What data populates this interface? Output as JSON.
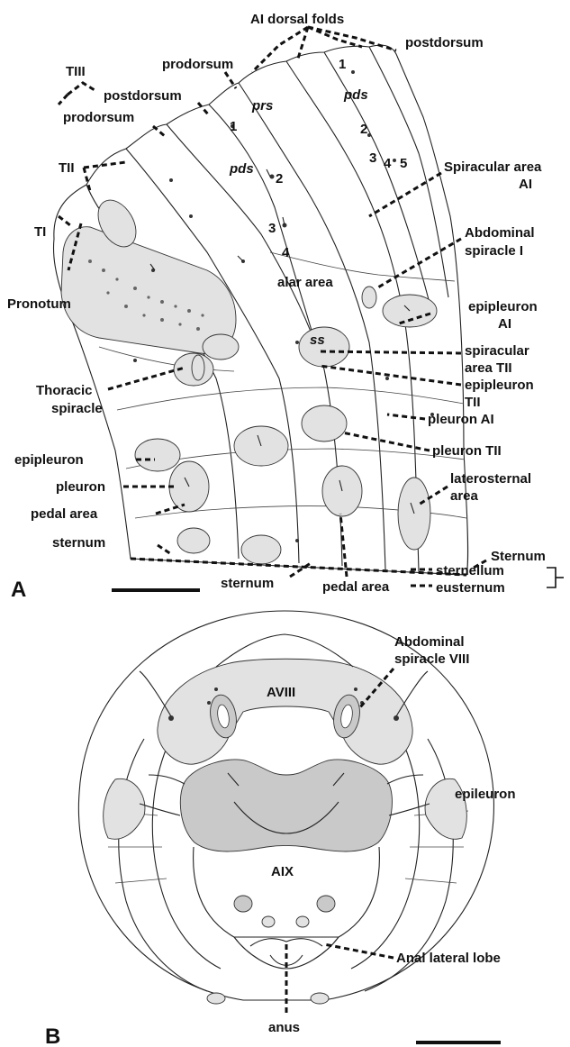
{
  "panelA": {
    "panel_label": "A",
    "labels": {
      "ai_dorsal_folds": "AI dorsal folds",
      "postdorsum_top": "postdorsum",
      "prodorsum_top": "prodorsum",
      "tiii": "TIII",
      "postdorsum_left": "postdorsum",
      "prodorsum_left": "prodorsum",
      "tii": "TII",
      "ti": "TI",
      "prs": "prs",
      "pds_right": "pds",
      "pds_center": "pds",
      "n1_right": "1",
      "n2_right": "2",
      "n3_right": "3",
      "n4_right": "4",
      "n5_right": "5",
      "n1_center": "1",
      "n2_center": "2",
      "n3_center": "3",
      "n4_center": "4",
      "spiracular_area_ai_line1": "Spiracular area",
      "spiracular_area_ai_line2": "AI",
      "abdominal_spiracle_i_line1": "Abdominal",
      "abdominal_spiracle_i_line2": "spiracle I",
      "alar_area": "alar area",
      "ss": "ss",
      "pronotum": "Pronotum",
      "epipleuron_ai_line1": "epipleuron",
      "epipleuron_ai_line2": "AI",
      "spiracular_area_tii_line1": "spiracular",
      "spiracular_area_tii_line2": "area TII",
      "epipleuron_tii_line1": "epipleuron",
      "epipleuron_tii_line2": "TII",
      "thoracic_spiracle_line1": "Thoracic",
      "thoracic_spiracle_line2": "spiracle",
      "pleuron_ai": "pleuron AI",
      "pleuron_tii": "pleuron TII",
      "epipleuron": "epipleuron",
      "pleuron": "pleuron",
      "laterosternal_line1": "laterosternal",
      "laterosternal_line2": "area",
      "pedal_area_left": "pedal area",
      "sternum_left": "sternum",
      "sternum_heading": "Sternum",
      "sternum_bottom": "sternum",
      "pedal_area_bottom": "pedal area",
      "sternellum": "sternellum",
      "eusternum": "eusternum"
    }
  },
  "panelB": {
    "panel_label": "B",
    "labels": {
      "abdominal_spiracle_viii_line1": "Abdominal",
      "abdominal_spiracle_viii_line2": "spiracle VIII",
      "aviii": "AVIII",
      "epileuron": "epileuron",
      "aix": "AIX",
      "anal_lateral_lobe": "Anal lateral lobe",
      "anus": "anus"
    }
  }
}
